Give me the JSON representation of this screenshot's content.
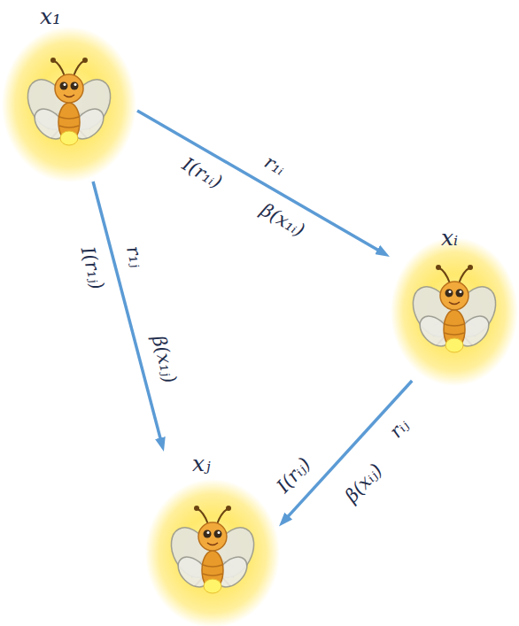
{
  "diagram": {
    "nodes": [
      {
        "text": [
          "x₁"
        ]
      },
      {
        "text": [
          "xᵢ"
        ]
      },
      {
        "text": [
          "xⱼ"
        ]
      }
    ],
    "edges": [
      {
        "from": 0,
        "to": 1,
        "arrow": "to",
        "label": "r₁ᵢ"
      },
      {
        "from": 0,
        "to": 2,
        "arrow": "to",
        "label": "r₁ⱼ"
      },
      {
        "from": 1,
        "to": 2,
        "arrow": "to",
        "label": "rᵢⱼ"
      }
    ],
    "labels": [
      "I(r₁ᵢ)",
      "β(x₁ᵢ)",
      "I(r₁ⱼ)",
      "β(x₁ⱼ)",
      "I(rᵢⱼ)",
      "β(xᵢⱼ)"
    ]
  }
}
